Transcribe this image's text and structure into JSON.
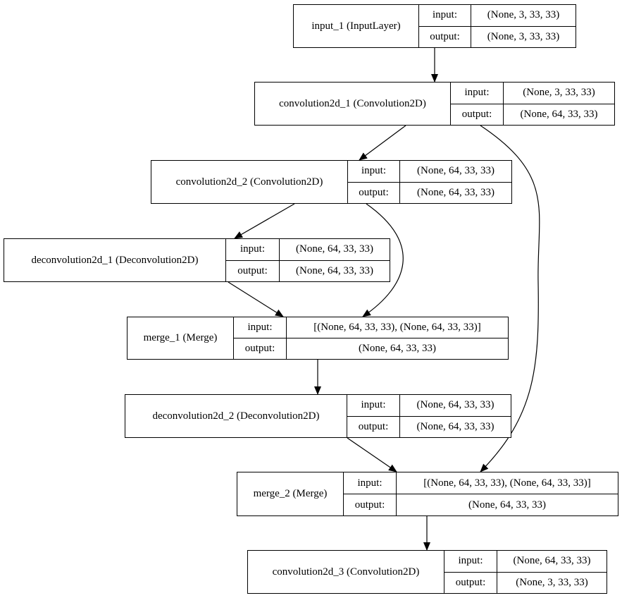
{
  "diagram": {
    "nodes": [
      {
        "id": "input_1",
        "name": "input_1 (InputLayer)",
        "input_label": "input:",
        "input": "(None, 3, 33, 33)",
        "output_label": "output:",
        "output": "(None, 3, 33, 33)"
      },
      {
        "id": "conv1",
        "name": "convolution2d_1 (Convolution2D)",
        "input_label": "input:",
        "input": "(None, 3, 33, 33)",
        "output_label": "output:",
        "output": "(None, 64, 33, 33)"
      },
      {
        "id": "conv2",
        "name": "convolution2d_2 (Convolution2D)",
        "input_label": "input:",
        "input": "(None, 64, 33, 33)",
        "output_label": "output:",
        "output": "(None, 64, 33, 33)"
      },
      {
        "id": "deconv1",
        "name": "deconvolution2d_1 (Deconvolution2D)",
        "input_label": "input:",
        "input": "(None, 64, 33, 33)",
        "output_label": "output:",
        "output": "(None, 64, 33, 33)"
      },
      {
        "id": "merge1",
        "name": "merge_1 (Merge)",
        "input_label": "input:",
        "input": "[(None, 64, 33, 33), (None, 64, 33, 33)]",
        "output_label": "output:",
        "output": "(None, 64, 33, 33)"
      },
      {
        "id": "deconv2",
        "name": "deconvolution2d_2 (Deconvolution2D)",
        "input_label": "input:",
        "input": "(None, 64, 33, 33)",
        "output_label": "output:",
        "output": "(None, 64, 33, 33)"
      },
      {
        "id": "merge2",
        "name": "merge_2 (Merge)",
        "input_label": "input:",
        "input": "[(None, 64, 33, 33), (None, 64, 33, 33)]",
        "output_label": "output:",
        "output": "(None, 64, 33, 33)"
      },
      {
        "id": "conv3",
        "name": "convolution2d_3 (Convolution2D)",
        "input_label": "input:",
        "input": "(None, 64, 33, 33)",
        "output_label": "output:",
        "output": "(None, 3, 33, 33)"
      }
    ],
    "edges": [
      {
        "from": "input_1",
        "to": "conv1"
      },
      {
        "from": "conv1",
        "to": "conv2"
      },
      {
        "from": "conv1",
        "to": "merge2"
      },
      {
        "from": "conv2",
        "to": "deconv1"
      },
      {
        "from": "conv2",
        "to": "merge1"
      },
      {
        "from": "deconv1",
        "to": "merge1"
      },
      {
        "from": "merge1",
        "to": "deconv2"
      },
      {
        "from": "deconv2",
        "to": "merge2"
      },
      {
        "from": "merge2",
        "to": "conv3"
      }
    ]
  }
}
